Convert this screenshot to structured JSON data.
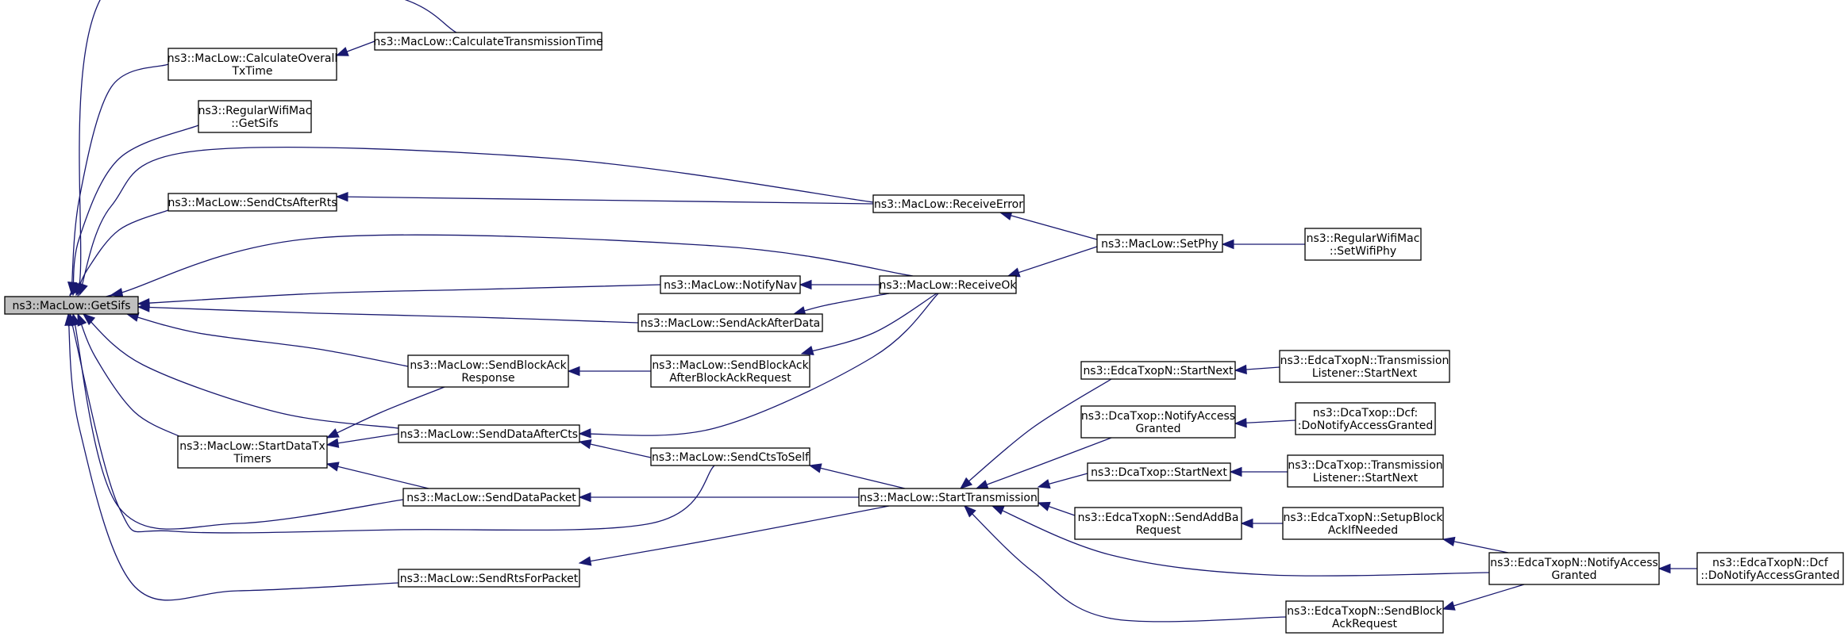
{
  "colors": {
    "edge": "#191970",
    "node_border": "#000000",
    "root_fill": "#bfbfbf",
    "node_fill": "#ffffff"
  },
  "nodes": {
    "get_sifs": [
      "ns3::MacLow::GetSifs"
    ],
    "calc_overall": [
      "ns3::MacLow::CalculateOverall",
      "TxTime"
    ],
    "calc_trans": [
      "ns3::MacLow::CalculateTransmissionTime"
    ],
    "regular_getsifs": [
      "ns3::RegularWifiMac",
      "::GetSifs"
    ],
    "send_cts_after_rts": [
      "ns3::MacLow::SendCtsAfterRts"
    ],
    "receive_error": [
      "ns3::MacLow::ReceiveError"
    ],
    "set_phy": [
      "ns3::MacLow::SetPhy"
    ],
    "regular_setwifiphy": [
      "ns3::RegularWifiMac",
      "::SetWifiPhy"
    ],
    "notify_nav": [
      "ns3::MacLow::NotifyNav"
    ],
    "receive_ok": [
      "ns3::MacLow::ReceiveOk"
    ],
    "send_ack_after_data": [
      "ns3::MacLow::SendAckAfterData"
    ],
    "send_block_ack_response": [
      "ns3::MacLow::SendBlockAck",
      "Response"
    ],
    "send_block_ack_after_req": [
      "ns3::MacLow::SendBlockAck",
      "AfterBlockAckRequest"
    ],
    "start_data_tx_timers": [
      "ns3::MacLow::StartDataTx",
      "Timers"
    ],
    "send_data_after_cts": [
      "ns3::MacLow::SendDataAfterCts"
    ],
    "send_cts_to_self": [
      "ns3::MacLow::SendCtsToSelf"
    ],
    "send_data_packet": [
      "ns3::MacLow::SendDataPacket"
    ],
    "start_transmission": [
      "ns3::MacLow::StartTransmission"
    ],
    "send_rts_for_packet": [
      "ns3::MacLow::SendRtsForPacket"
    ],
    "edca_start_next": [
      "ns3::EdcaTxopN::StartNext"
    ],
    "edca_tl_start_next": [
      "ns3::EdcaTxopN::Transmission",
      "Listener::StartNext"
    ],
    "dca_notify_access": [
      "ns3::DcaTxop::NotifyAccess",
      "Granted"
    ],
    "dca_dcf_notify": [
      "ns3::DcaTxop::Dcf:",
      ":DoNotifyAccessGranted"
    ],
    "dca_start_next": [
      "ns3::DcaTxop::StartNext"
    ],
    "dca_tl_start_next": [
      "ns3::DcaTxop::Transmission",
      "Listener::StartNext"
    ],
    "edca_send_addba": [
      "ns3::EdcaTxopN::SendAddBa",
      "Request"
    ],
    "edca_setup_block": [
      "ns3::EdcaTxopN::SetupBlock",
      "AckIfNeeded"
    ],
    "edca_notify_access": [
      "ns3::EdcaTxopN::NotifyAccess",
      "Granted"
    ],
    "edca_dcf_notify": [
      "ns3::EdcaTxopN::Dcf",
      "::DoNotifyAccessGranted"
    ],
    "edca_send_block_ack_req": [
      "ns3::EdcaTxopN::SendBlock",
      "AckRequest"
    ]
  }
}
